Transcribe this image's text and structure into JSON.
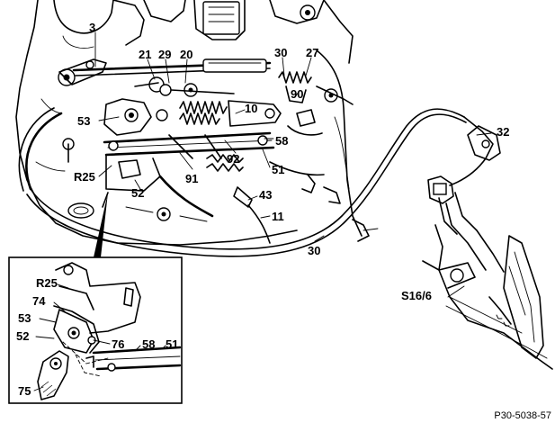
{
  "figure": {
    "reference_code": "P30-5038-57",
    "callouts": {
      "c3": "3",
      "c21": "21",
      "c29": "29",
      "c20": "20",
      "c30a": "30",
      "c27": "27",
      "c90": "90",
      "c10": "10",
      "c53": "53",
      "c58": "58",
      "c92": "92",
      "c51": "51",
      "c91": "91",
      "cR25": "R25",
      "c52": "52",
      "c43": "43",
      "c11": "11",
      "c30b": "30",
      "c32": "32",
      "cS16": "S16/6"
    },
    "inset_callouts": {
      "iR25": "R25",
      "i74": "74",
      "i53": "53",
      "i52": "52",
      "i76": "76",
      "i58": "58",
      "i51": "51",
      "i75": "75"
    }
  }
}
